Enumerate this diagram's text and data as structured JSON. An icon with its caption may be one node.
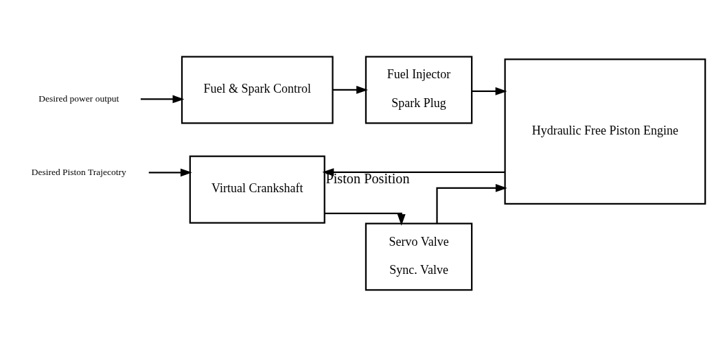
{
  "diagram": {
    "nodes": [
      {
        "text": [
          "Desired power output"
        ]
      },
      {
        "text": [
          "Fuel & Spark Control"
        ]
      },
      {
        "text": [
          "Fuel Injector",
          "Spark Plug"
        ]
      },
      {
        "text": [
          "Hydraulic Free Piston Engine"
        ]
      },
      {
        "text": [
          "Desired Piston Trajecotry"
        ]
      },
      {
        "text": [
          "Virtual Crankshaft"
        ]
      },
      {
        "text": [
          "Servo Valve",
          "Sync. Valve"
        ]
      }
    ],
    "edges": [
      {
        "from": 0,
        "to": 1,
        "arrow": "to"
      },
      {
        "from": 1,
        "to": 2,
        "arrow": "to"
      },
      {
        "from": 2,
        "to": 3,
        "arrow": "to"
      },
      {
        "from": 4,
        "to": 5,
        "arrow": "to"
      },
      {
        "from": 5,
        "to": 6,
        "arrow": "to"
      },
      {
        "from": 6,
        "to": 3,
        "arrow": "to"
      },
      {
        "from": 3,
        "to": 5,
        "arrow": "to",
        "label": "Piston Position"
      }
    ]
  }
}
